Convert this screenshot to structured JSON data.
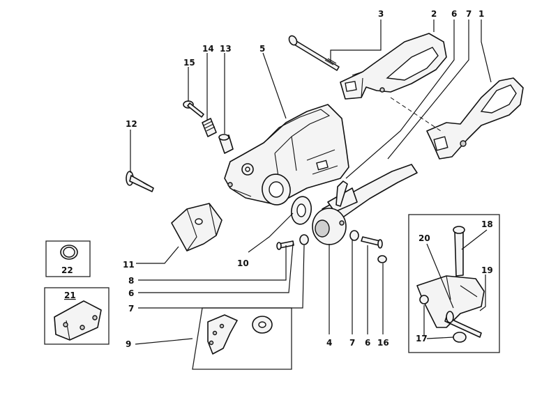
{
  "callouts": [
    {
      "id": "c1",
      "text": "1"
    },
    {
      "id": "c2",
      "text": "2"
    },
    {
      "id": "c3",
      "text": "3"
    },
    {
      "id": "c4",
      "text": "4"
    },
    {
      "id": "c5",
      "text": "5"
    },
    {
      "id": "c6a",
      "text": "6"
    },
    {
      "id": "c6b",
      "text": "6"
    },
    {
      "id": "c6c",
      "text": "6"
    },
    {
      "id": "c7a",
      "text": "7"
    },
    {
      "id": "c7b",
      "text": "7"
    },
    {
      "id": "c7c",
      "text": "7"
    },
    {
      "id": "c8",
      "text": "8"
    },
    {
      "id": "c9",
      "text": "9"
    },
    {
      "id": "c10",
      "text": "10"
    },
    {
      "id": "c11",
      "text": "11"
    },
    {
      "id": "c12",
      "text": "12"
    },
    {
      "id": "c13",
      "text": "13"
    },
    {
      "id": "c14",
      "text": "14"
    },
    {
      "id": "c15",
      "text": "15"
    },
    {
      "id": "c16",
      "text": "16"
    },
    {
      "id": "c17",
      "text": "17"
    },
    {
      "id": "c18",
      "text": "18"
    },
    {
      "id": "c19",
      "text": "19"
    },
    {
      "id": "c20",
      "text": "20"
    },
    {
      "id": "c21",
      "text": "21"
    },
    {
      "id": "c22",
      "text": "22"
    }
  ]
}
